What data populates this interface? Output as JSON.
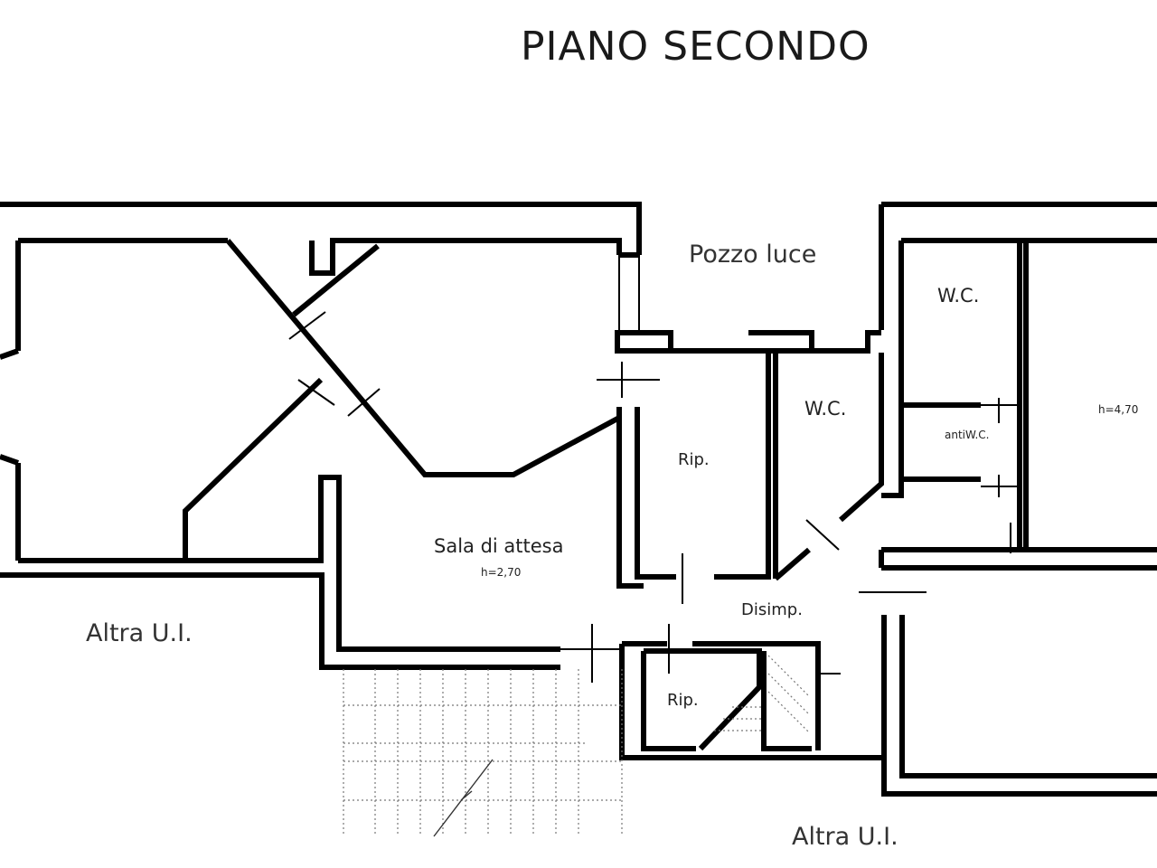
{
  "plan": {
    "title": "PIANO SECONDO",
    "rooms": {
      "pozzo_luce": "Pozzo luce",
      "wc_upper_right": "W.C.",
      "wc_center": "W.C.",
      "antiwc": "antiW.C.",
      "height_right": "h=4,70",
      "rip_center": "Rip.",
      "sala_attesa": "Sala di attesa",
      "sala_height": "h=2,70",
      "disimp": "Disimp.",
      "rip_lower": "Rip.",
      "altra_ui_left": "Altra U.I.",
      "altra_ui_bottom": "Altra U.I."
    }
  }
}
